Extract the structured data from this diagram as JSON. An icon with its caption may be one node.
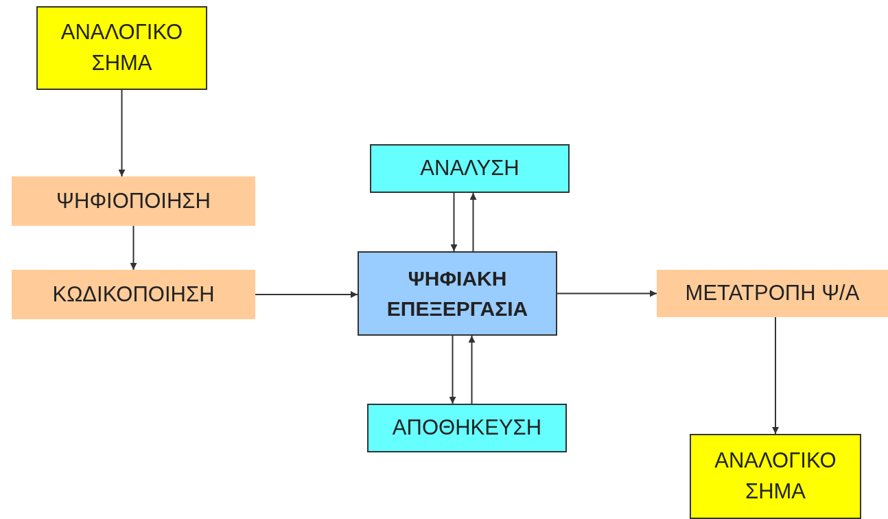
{
  "diagram": {
    "nodes": [
      {
        "text": [
          "ΑΝΑΛΟΓΙΚΟ ΣΗΜΑ"
        ]
      },
      {
        "text": [
          "ΨΗΦΙΟΠΟΙΗΣΗ"
        ]
      },
      {
        "text": [
          "ΚΩΔΙΚΟΠΟΙΗΣΗ"
        ]
      },
      {
        "text": [
          "ΑΝΑΛΥΣΗ"
        ]
      },
      {
        "text": [
          "ΨΗΦΙΑΚΗ ΕΠΕΞΕΡΓΑΣΙΑ"
        ]
      },
      {
        "text": [
          "ΑΠΟΘΗΚΕΥΣΗ"
        ]
      },
      {
        "text": [
          "ΜΕΤΑΤΡΟΠΗ Ψ/Α"
        ]
      },
      {
        "text": [
          "ΑΝΑΛΟΓΙΚΟ ΣΗΜΑ"
        ]
      }
    ],
    "edges": [
      {
        "from": 0,
        "to": 1,
        "arrow": "to"
      },
      {
        "from": 1,
        "to": 2,
        "arrow": "to"
      },
      {
        "from": 2,
        "to": 4,
        "arrow": "to"
      },
      {
        "from": 3,
        "to": 4,
        "arrow": "to"
      },
      {
        "from": 4,
        "to": 3,
        "arrow": "to"
      },
      {
        "from": 4,
        "to": 5,
        "arrow": "to"
      },
      {
        "from": 5,
        "to": 4,
        "arrow": "to"
      },
      {
        "from": 4,
        "to": 6,
        "arrow": "to"
      },
      {
        "from": 6,
        "to": 7,
        "arrow": "to"
      }
    ]
  }
}
